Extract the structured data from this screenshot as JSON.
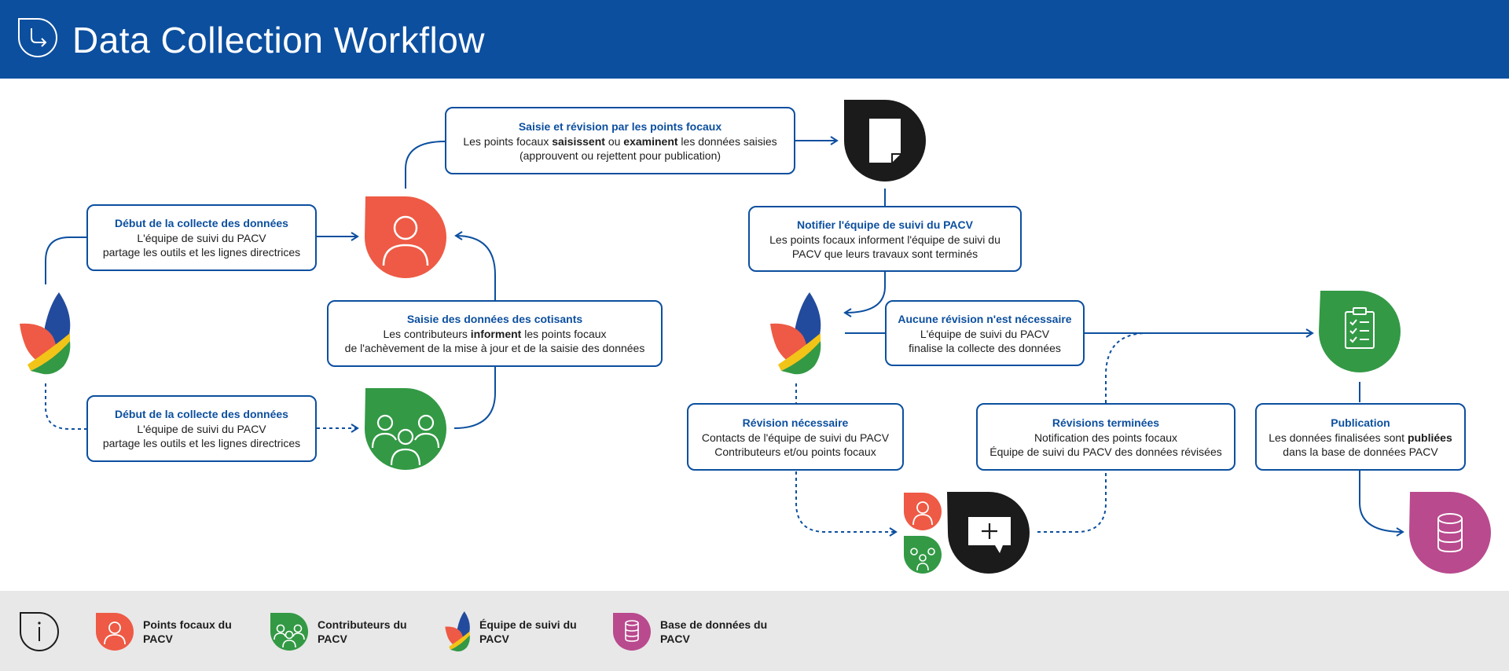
{
  "header": {
    "title": "Data Collection Workflow"
  },
  "nodes": {
    "start1": {
      "title": "Début de la collecte des données",
      "lines": [
        "L'équipe de suivi du PACV",
        "partage les outils et les lignes directrices"
      ]
    },
    "start2": {
      "title": "Début de la collecte des données",
      "lines": [
        "L'équipe de suivi du PACV",
        "partage les outils et les lignes directrices"
      ]
    },
    "focal_entry": {
      "title": "Saisie et révision par les points focaux",
      "line1_a": "Les points focaux ",
      "line1_b": "saisissent",
      "line1_c": " ou ",
      "line1_d": "examinent",
      "line1_e": " les données saisies",
      "line2": "(approuvent ou rejettent pour publication)"
    },
    "contrib_entry": {
      "title": "Saisie des données des cotisants",
      "line1_a": "Les contributeurs ",
      "line1_b": "informent",
      "line1_c": " les points focaux",
      "line2": "de l'achèvement de la mise à jour et de la saisie des données"
    },
    "notify": {
      "title": "Notifier l'équipe de suivi du PACV",
      "lines": [
        "Les points focaux informent l'équipe de suivi du",
        "PACV que leurs travaux sont terminés"
      ]
    },
    "no_revision": {
      "title": "Aucune révision n'est nécessaire",
      "lines": [
        "L'équipe de suivi du PACV",
        "finalise la collecte des données"
      ]
    },
    "revision_needed": {
      "title": "Révision nécessaire",
      "lines": [
        "Contacts de l'équipe de suivi du PACV",
        "Contributeurs et/ou points focaux"
      ]
    },
    "revisions_done": {
      "title": "Révisions terminées",
      "lines": [
        "Notification des points focaux",
        "Équipe de suivi du PACV des données révisées"
      ]
    },
    "publication": {
      "title": "Publication",
      "line1_a": "Les données finalisées sont ",
      "line1_b": "publiées",
      "line2": "dans la base de données PACV"
    }
  },
  "legend": {
    "items": [
      {
        "label": "Points focaux du PACV",
        "icon": "focal-point-icon"
      },
      {
        "label": "Contributeurs du PACV",
        "icon": "contributors-icon"
      },
      {
        "label": "Équipe de suivi du PACV",
        "icon": "pacv-team-logo-icon"
      },
      {
        "label": "Base de données du PACV",
        "icon": "database-icon"
      }
    ]
  },
  "colors": {
    "header_bg": "#0c4f9f",
    "arrow": "#0c4f9f",
    "focal_red": "#ee5a45",
    "contrib_green": "#339945",
    "document_black": "#1b1b1b",
    "database_pink": "#b94a8e",
    "footer_bg": "#e8e8e8"
  }
}
